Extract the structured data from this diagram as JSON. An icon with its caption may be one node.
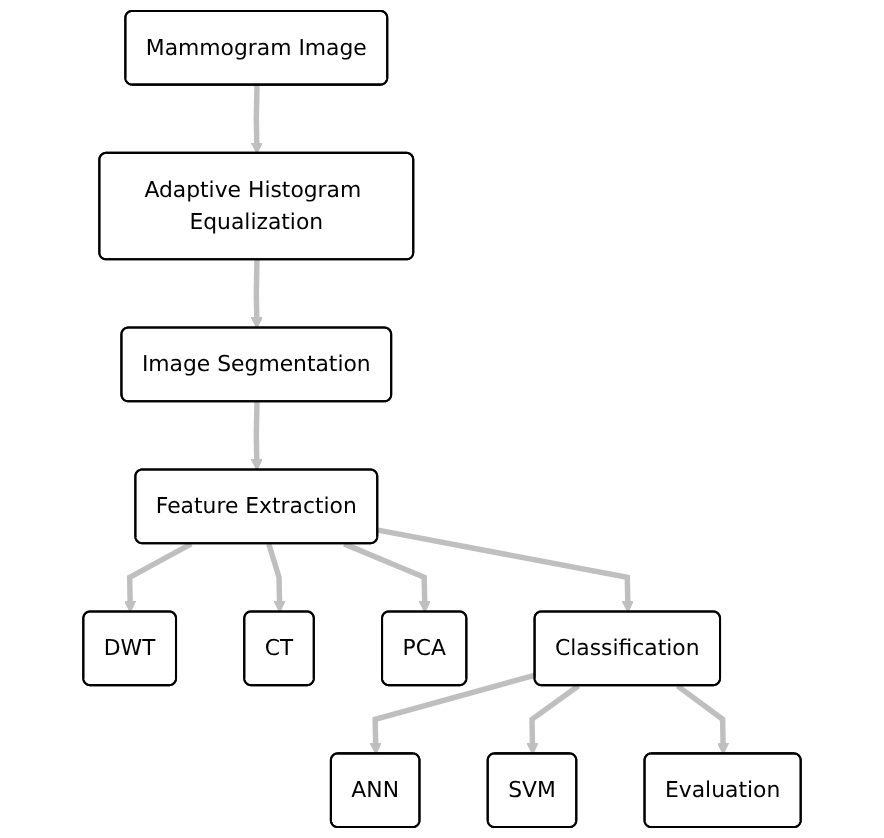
{
  "diagram": {
    "nodes": [
      {
        "text": [
          "Mammogram Image"
        ]
      },
      {
        "text": [
          "Adaptive Histogram Equalization"
        ]
      },
      {
        "text": [
          "Image Segmentation"
        ]
      },
      {
        "text": [
          "Feature Extraction"
        ]
      },
      {
        "text": [
          "DWT"
        ]
      },
      {
        "text": [
          "CT"
        ]
      },
      {
        "text": [
          "PCA"
        ]
      },
      {
        "text": [
          "ANN"
        ]
      },
      {
        "text": [
          "Classification"
        ]
      },
      {
        "text": [
          "SVM"
        ]
      },
      {
        "text": [
          "Evaluation"
        ]
      }
    ],
    "edges": [
      {
        "from": 0,
        "to": 1,
        "arrow": "to"
      },
      {
        "from": 1,
        "to": 2,
        "arrow": "to"
      },
      {
        "from": 2,
        "to": 3,
        "arrow": "to"
      },
      {
        "from": 3,
        "to": 4,
        "arrow": "to"
      },
      {
        "from": 3,
        "to": 5,
        "arrow": "to"
      },
      {
        "from": 3,
        "to": 6,
        "arrow": "to"
      },
      {
        "from": 3,
        "to": 8,
        "arrow": "to"
      },
      {
        "from": 8,
        "to": 7,
        "arrow": "to"
      },
      {
        "from": 8,
        "to": 9,
        "arrow": "to"
      },
      {
        "from": 8,
        "to": 10,
        "arrow": "to"
      }
    ]
  }
}
